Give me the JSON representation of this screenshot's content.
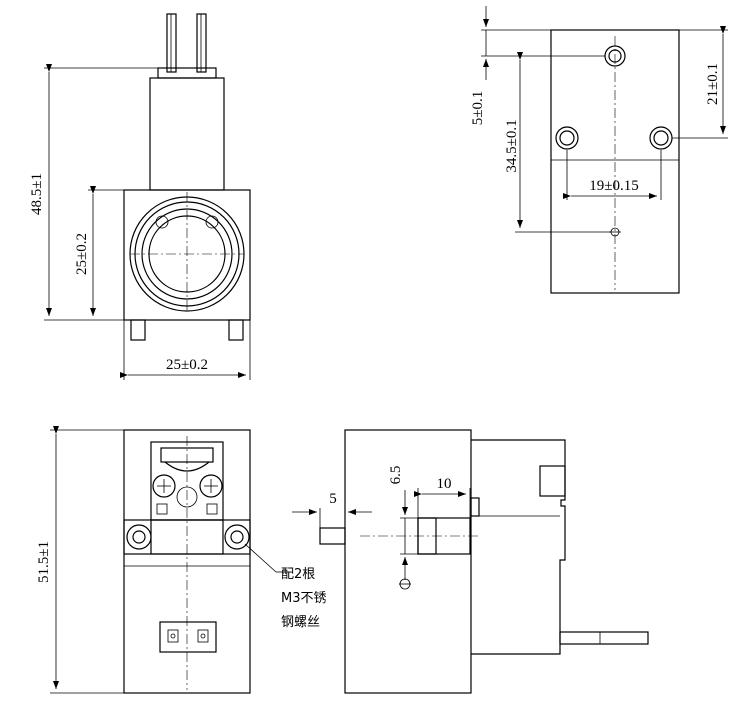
{
  "views": {
    "front": {
      "height_dim": "48.5±1",
      "body_height_dim": "25±0.2",
      "width_dim": "25±0.2"
    },
    "top_right": {
      "offset_dim": "5±0.1",
      "hole_spacing_dim": "34.5±0.1",
      "hole_pitch_dim": "19±0.15",
      "right_offset_dim": "21±0.1"
    },
    "bottom_left": {
      "height_dim": "51.5±1",
      "note_line1": "配2根",
      "note_line2": "M3不锈",
      "note_line3": "钢螺丝"
    },
    "bottom_right": {
      "stub_dim": "5",
      "height_dim": "6.5",
      "length_dim": "10"
    }
  }
}
